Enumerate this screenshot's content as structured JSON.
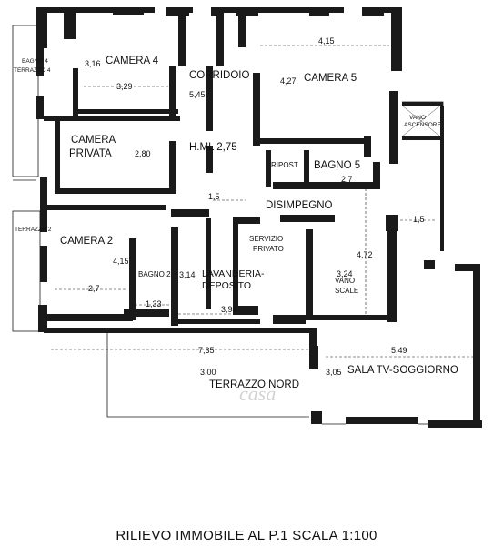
{
  "rooms": {
    "camera4": "CAMERA 4",
    "corridoio": "CORRIDOIO",
    "camera5": "CAMERA 5",
    "camera_privata_1": "CAMERA",
    "camera_privata_2": "PRIVATA",
    "hml": "H.ML 2,75",
    "ripost": "RIPOST",
    "bagno5": "BAGNO 5",
    "disimpegno": "DISIMPEGNO",
    "camera2": "CAMERA 2",
    "servizio_1": "SERVIZIO",
    "servizio_2": "PRIVATO",
    "bagno2": "BAGNO 2",
    "lavanderia_1": "LAVANDERIA-",
    "lavanderia_2": "DEPOSITO",
    "vano_scale_1": "VANO",
    "vano_scale_2": "SCALE",
    "terrazzo_nord": "TERRAZZO NORD",
    "sala_tv": "SALA TV-SOGGIORNO",
    "bagno4": "BAGNO 4",
    "terrazzo4": "TERRAZZO 4",
    "terrazzo2": "TERRAZZO 2",
    "vano_ascensore_1": "VANO",
    "vano_ascensore_2": "ASCENSORE"
  },
  "dimensions": {
    "d_415_top": "4,15",
    "d_316": "3,16",
    "d_329": "3,29",
    "d_545": "5,45",
    "d_427": "4,27",
    "d_280": "2,80",
    "d_27_bagno5": "2,7",
    "d_15_corr": "1,5",
    "d_15_right": "1,5",
    "d_415_left": "4,15",
    "d_27_cam2": "2,7",
    "d_314": "3,14",
    "d_133": "1,33",
    "d_394": "3,94",
    "d_472": "4,72",
    "d_324": "3,24",
    "d_735": "7,35",
    "d_549": "5,49",
    "d_300": "3,00",
    "d_305": "3,05"
  },
  "watermark": "casa",
  "caption": "RILIEVO IMMOBILE AL P.1 SCALA 1:100"
}
